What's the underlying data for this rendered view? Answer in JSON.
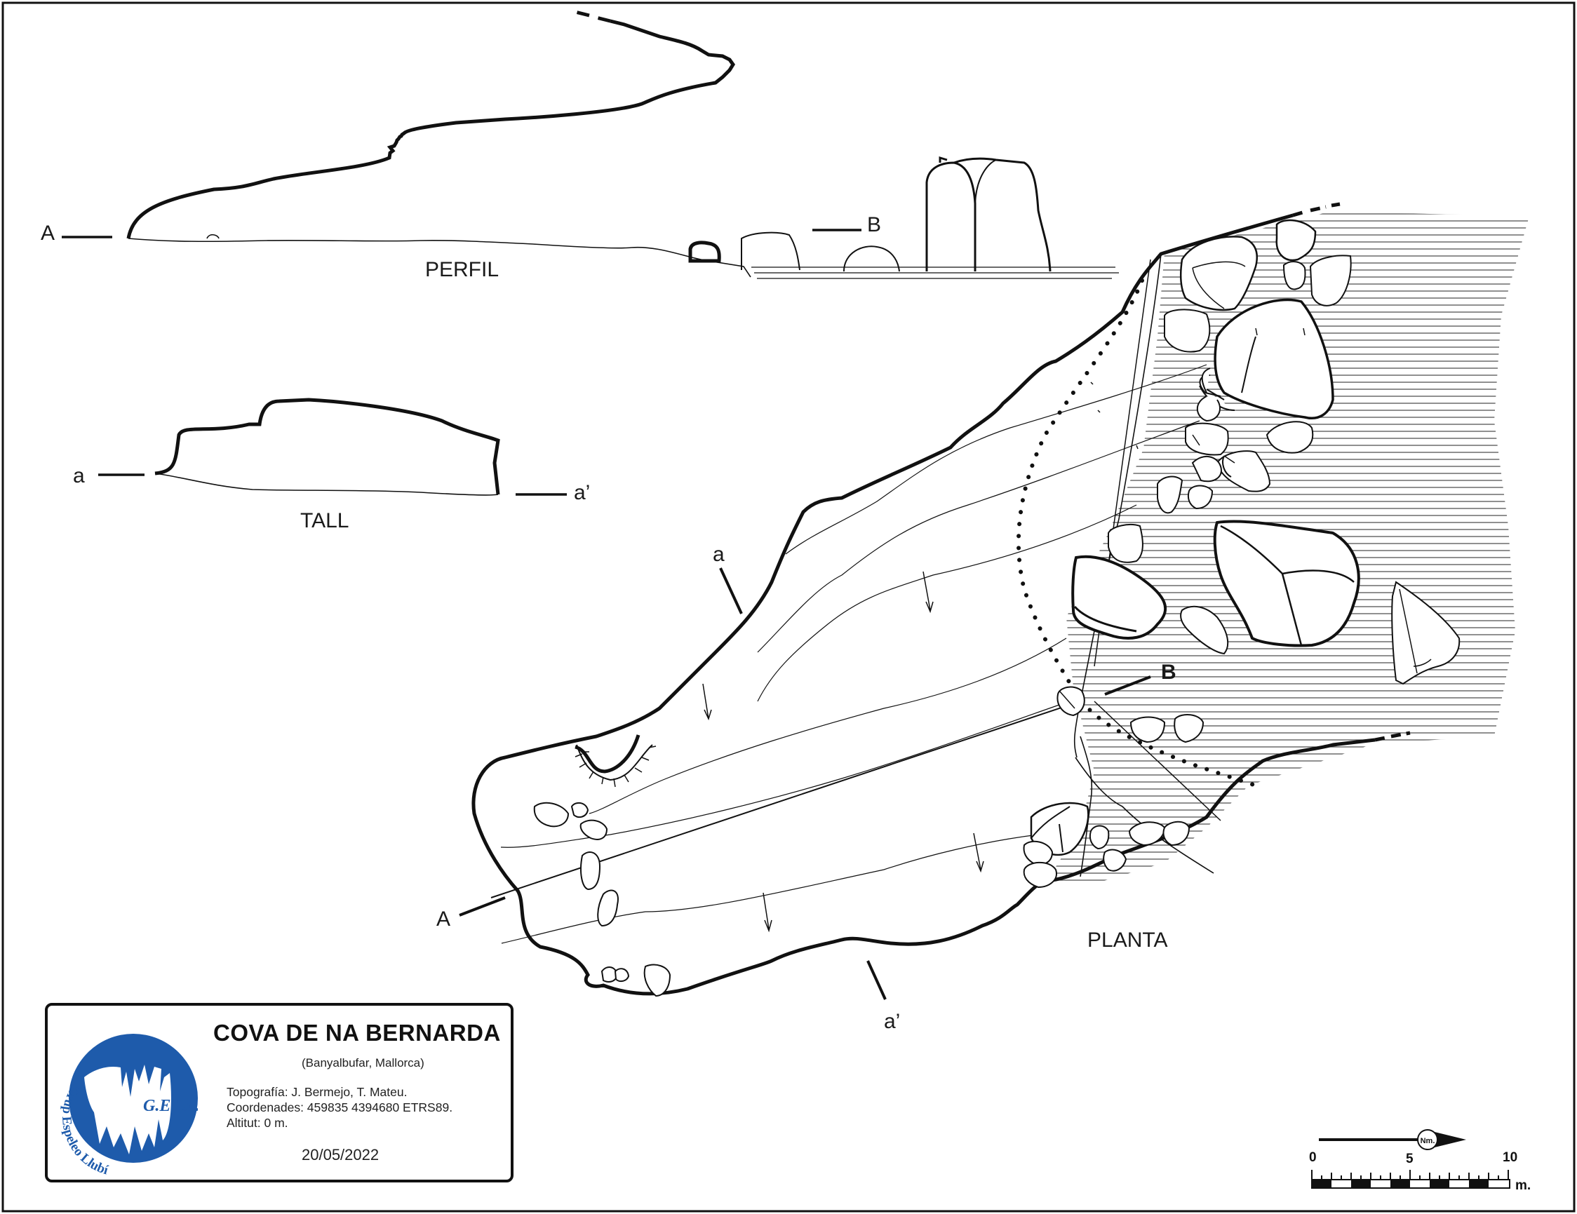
{
  "drawing": {
    "section_profile": "PERFIL",
    "section_cut": "TALL",
    "section_plan": "PLANTA",
    "marker_A": "A",
    "marker_B": "B",
    "marker_a": "a",
    "marker_a_prime": "a’"
  },
  "title_block": {
    "title": "COVA DE NA BERNARDA",
    "location": "(Banyalbufar, Mallorca)",
    "survey": "Topografía: J. Bermejo, T. Mateu.",
    "coordinates": "Coordenades: 459835 4394680 ETRS89.",
    "altitude": "Altitut: 0 m.",
    "date": "20/05/2022",
    "logo_name": "G.E.LL.",
    "logo_ring": "Grup Espeleo Llubí",
    "logo_color": "#1e5bab"
  },
  "scale_bar": {
    "north_label": "Nm.",
    "tick_0": "0",
    "tick_5": "5",
    "tick_10": "10",
    "unit": "m."
  }
}
